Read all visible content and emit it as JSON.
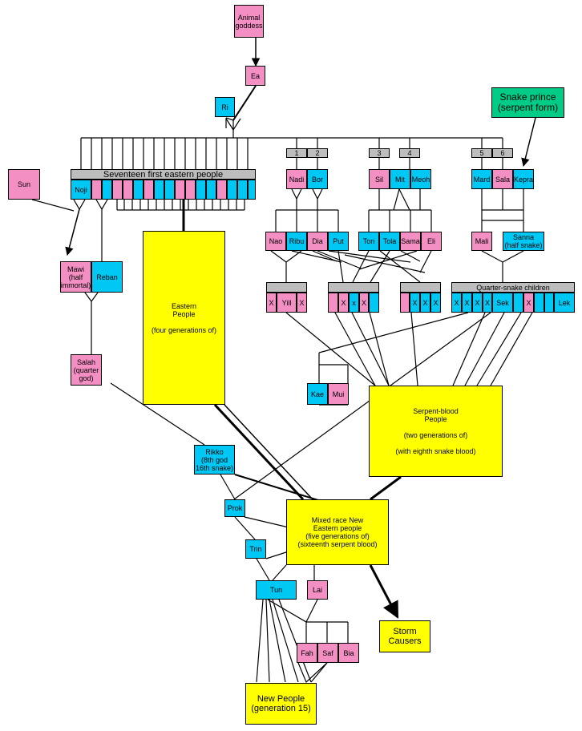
{
  "colors": {
    "pink": "#f48fc3",
    "cyan": "#00c8f4",
    "yellow": "#ffff00",
    "green": "#00cc88",
    "grey": "#bdbdbd"
  },
  "nodes": {
    "animal_goddess": "Animal\ngoddess",
    "ea": "Ea",
    "ri": "Ri",
    "snake_prince": "Snake prince\n(serpent form)",
    "sun": "Sun",
    "seventeen_header": "Seventeen first eastern people",
    "noji": "Noji",
    "mawi": "Mawi\n(half\nimmortal)",
    "reban": "Reban",
    "salah": "Salah\n(quarter\ngod)",
    "eastern_people": "Eastern\nPeople\n\n(four generations of)",
    "gen1": "1",
    "gen2": "2",
    "gen3": "3",
    "gen4": "4",
    "gen5": "5",
    "gen6": "6",
    "nadi": "Nadi",
    "bor": "Bor",
    "sil": "Sil",
    "mit": "Mit",
    "meoh": "Meoh",
    "mard": "Mard",
    "sala": "Sala",
    "kepra": "Kepra",
    "nao": "Nao",
    "ribu": "Ribu",
    "dia": "Dia",
    "put": "Put",
    "ton": "Ton",
    "tola": "Tola",
    "sama": "Sama",
    "eli": "Eli",
    "mali": "Mali",
    "sanna": "Sanna\n(half snake)",
    "yill": "Yill",
    "x": "X",
    "x_lower": "x",
    "quarter_snake_header": "Quarter-snake children",
    "sek": "Sek",
    "lek": "Lek",
    "kae": "Kae",
    "mui": "Mui",
    "serpent_blood": "Serpent-blood\nPeople\n\n(two generations of)\n\n(with eighth snake blood)",
    "rikko": "Rikko\n(8th god\n16th snake)",
    "prok": "Prok",
    "mixed_race": "Mixed race New\nEastern people\n(five generations of)\n(sixteenth serpent blood)",
    "trin": "Trin",
    "tun": "Tun",
    "lai": "Lai",
    "storm_causers": "Storm\nCausers",
    "fah": "Fah",
    "saf": "Saf",
    "bia": "Bia",
    "new_people": "New People\n(generation 15)"
  }
}
